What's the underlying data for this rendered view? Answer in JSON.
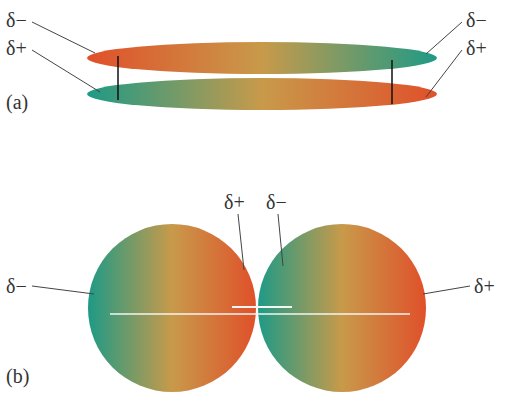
{
  "diagram": {
    "labels": [
      "δ−",
      "δ+",
      "δ−",
      "δ+",
      "(a)",
      "δ+",
      "δ−",
      "δ−",
      "δ+",
      "(b)"
    ]
  }
}
